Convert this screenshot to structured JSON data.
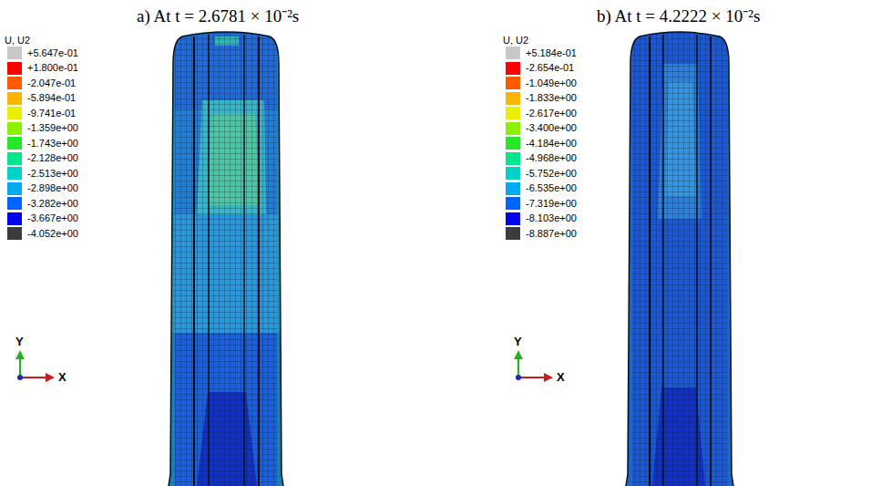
{
  "diagram": {
    "labels": [
      "a)   At t = 2.6781 × 10⁻²s",
      "U, U2",
      "Y",
      "X",
      "b)   At t = 4.2222 × 10⁻²s",
      "U, U2",
      "Y",
      "X"
    ],
    "legend": [
      {
        "text": "+5.647e-01",
        "color": "#c8c8c8"
      },
      {
        "text": "+1.800e-01",
        "color": "#ff0000"
      },
      {
        "text": "-2.047e-01",
        "color": "#ff5a00"
      },
      {
        "text": "-5.894e-01",
        "color": "#ffb400"
      },
      {
        "text": "-9.741e-01",
        "color": "#e6f000"
      },
      {
        "text": "-1.359e+00",
        "color": "#8cf000"
      },
      {
        "text": "-1.743e+00",
        "color": "#28e628"
      },
      {
        "text": "-2.128e+00",
        "color": "#00e68c"
      },
      {
        "text": "-2.513e+00",
        "color": "#00d2c8"
      },
      {
        "text": "-2.898e+00",
        "color": "#00aaf0"
      },
      {
        "text": "-3.282e+00",
        "color": "#0064ff"
      },
      {
        "text": "-3.667e+00",
        "color": "#0000f0"
      },
      {
        "text": "-4.052e+00",
        "color": "#3c3c3c"
      },
      {
        "text": "+5.184e-01",
        "color": "#c8c8c8"
      },
      {
        "text": "-2.654e-01",
        "color": "#ff0000"
      },
      {
        "text": "-1.049e+00",
        "color": "#ff5a00"
      },
      {
        "text": "-1.833e+00",
        "color": "#ffb400"
      },
      {
        "text": "-2.617e+00",
        "color": "#e6f000"
      },
      {
        "text": "-3.400e+00",
        "color": "#8cf000"
      },
      {
        "text": "-4.184e+00",
        "color": "#28e628"
      },
      {
        "text": "-4.968e+00",
        "color": "#00e68c"
      },
      {
        "text": "-5.752e+00",
        "color": "#00d2c8"
      },
      {
        "text": "-6.535e+00",
        "color": "#00aaf0"
      },
      {
        "text": "-7.319e+00",
        "color": "#0064ff"
      },
      {
        "text": "-8.103e+00",
        "color": "#0000f0"
      },
      {
        "text": "-8.887e+00",
        "color": "#3c3c3c"
      }
    ]
  }
}
